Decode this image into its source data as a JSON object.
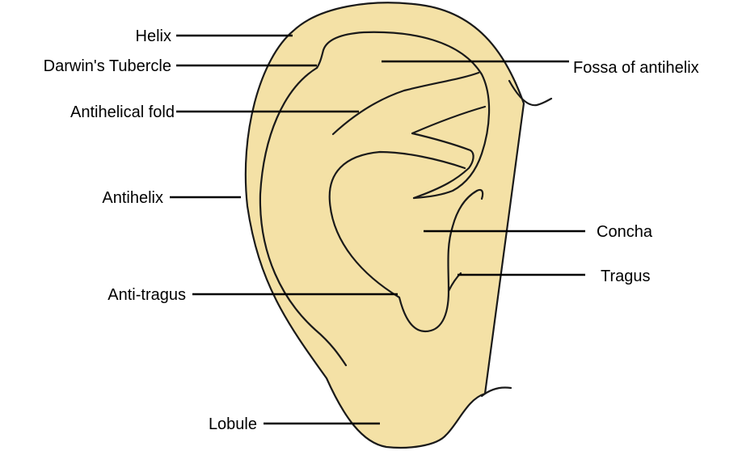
{
  "labels": {
    "helix": "Helix",
    "darwins_tubercle": "Darwin's Tubercle",
    "fossa_of_antihelix": "Fossa of antihelix",
    "antihelical_fold": "Antihelical fold",
    "antihelix": "Antihelix",
    "concha": "Concha",
    "tragus": "Tragus",
    "anti_tragus": "Anti-tragus",
    "lobule": "Lobule"
  },
  "colors": {
    "ear_fill": "#f4e1a6",
    "outline": "#1a1a1a",
    "text": "#000000",
    "background": "#ffffff"
  }
}
